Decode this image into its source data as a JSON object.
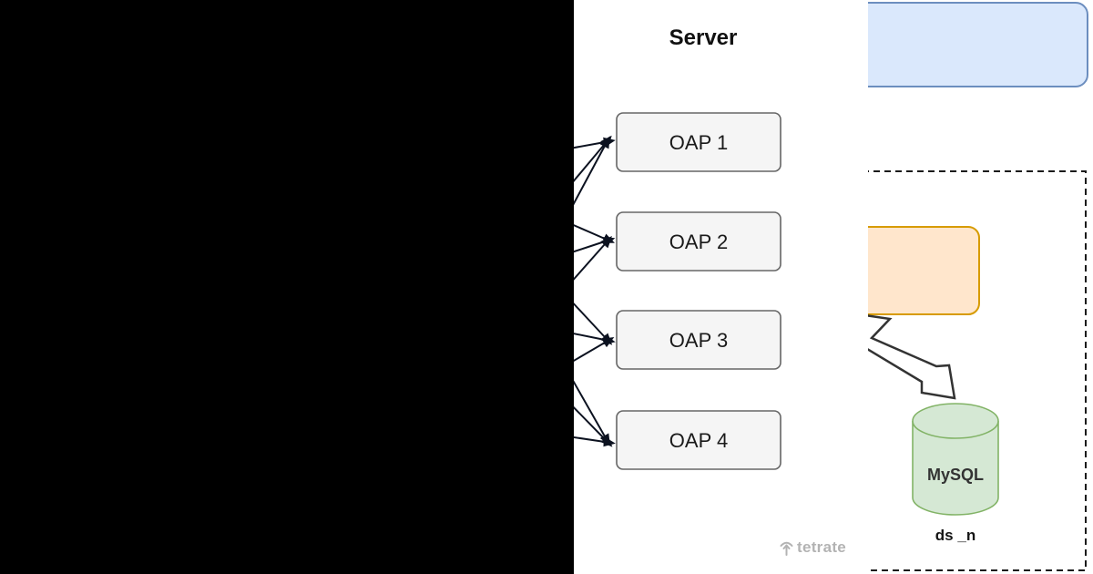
{
  "diagram": {
    "server_group": {
      "title": "Server",
      "oap_nodes": [
        {
          "label": "OAP 1"
        },
        {
          "label": "OAP 2"
        },
        {
          "label": "OAP 3"
        },
        {
          "label": "OAP 4"
        }
      ]
    },
    "storage": {
      "database_label": "MySQL",
      "database_caption": "ds _n"
    },
    "watermark": "tetrate"
  },
  "colors": {
    "band": "#000000",
    "node_fill": "#f5f5f5",
    "node_stroke": "#666666",
    "blue_fill": "#dae8fc",
    "blue_stroke": "#6c8ebf",
    "orange_fill": "#ffe6cc",
    "orange_stroke": "#d79b00",
    "green_fill": "#d5e8d4",
    "green_stroke": "#82b366",
    "arrow": "#0c1220",
    "outline_arrow": "#333333",
    "dashed_border": "#1a1a1a",
    "watermark_gray": "#b3b3b3"
  }
}
